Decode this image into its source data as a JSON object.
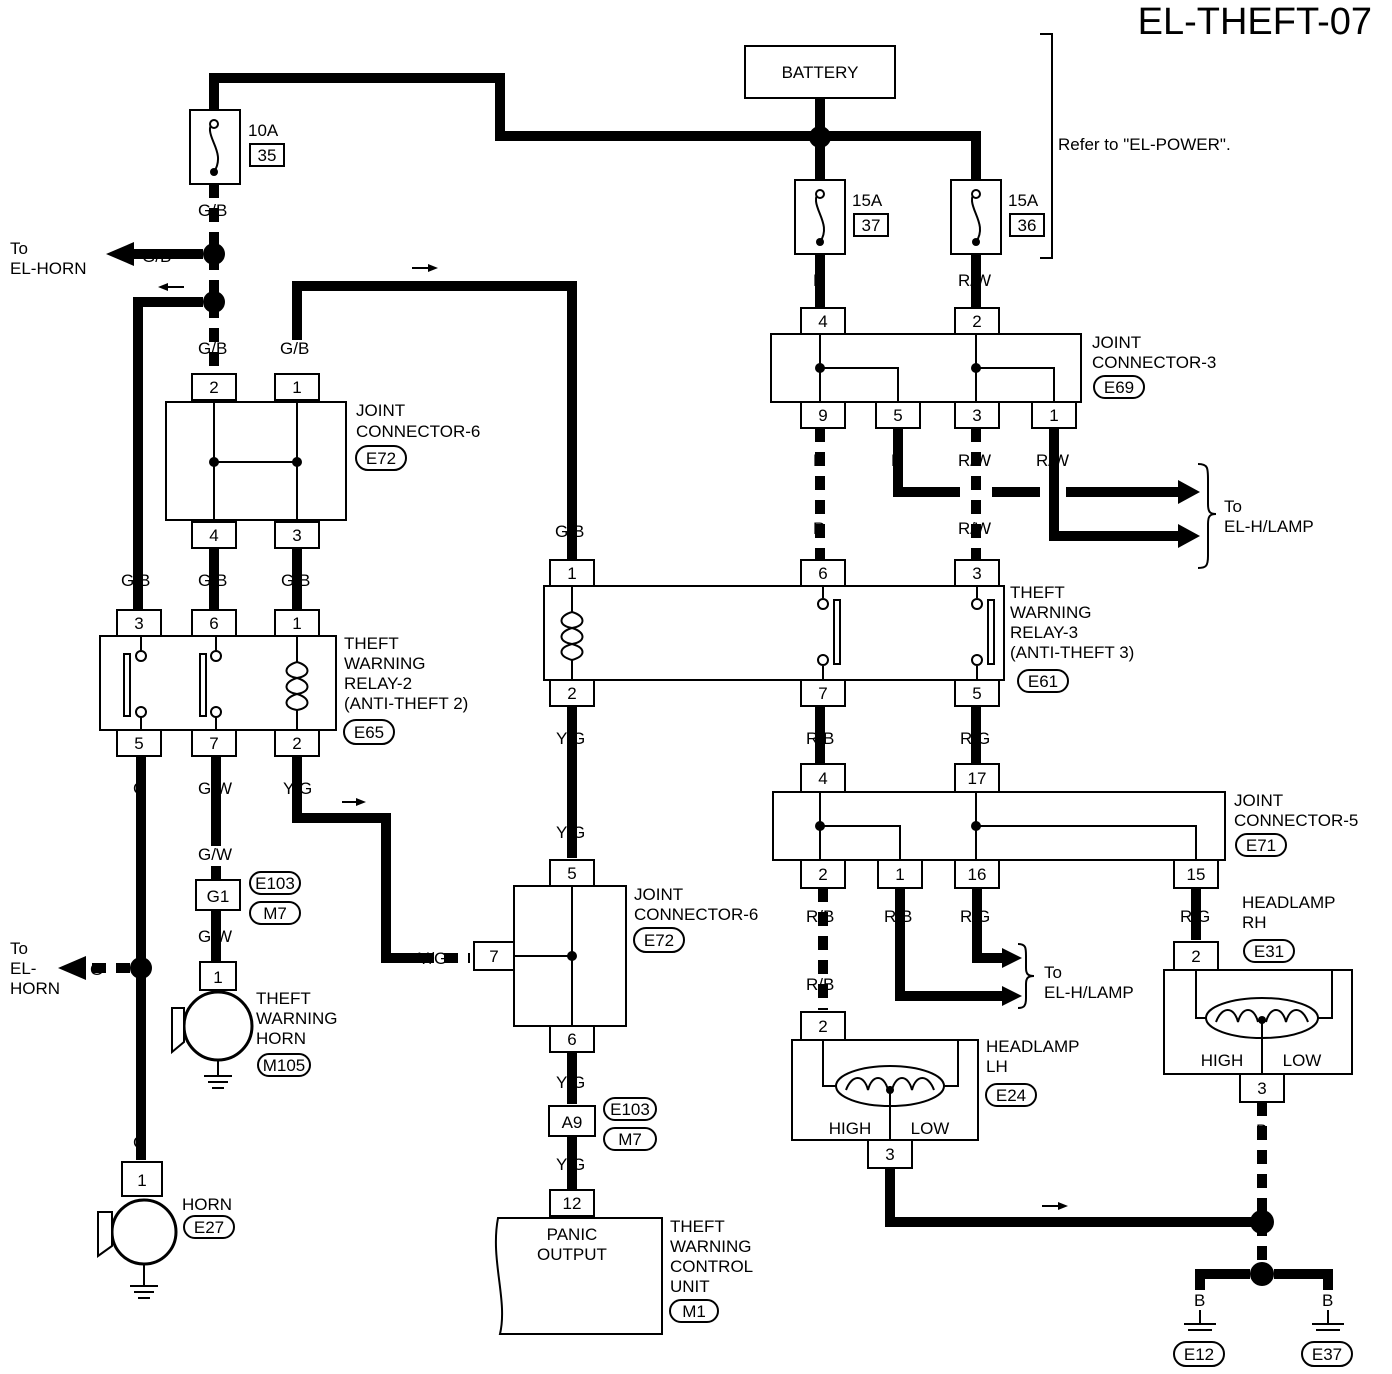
{
  "title": "EL-THEFT-07",
  "battery": "BATTERY",
  "refer_note": "Refer to \"EL-POWER\".",
  "fuses": [
    {
      "id": "fuse-35",
      "rating": "10A",
      "number": "35"
    },
    {
      "id": "fuse-37",
      "rating": "15A",
      "number": "37"
    },
    {
      "id": "fuse-36",
      "rating": "15A",
      "number": "36"
    }
  ],
  "wire_colors": {
    "gb": "G/B",
    "r": "R",
    "rw": "R/W",
    "g": "G",
    "gw": "G/W",
    "yg": "Y/G",
    "rb": "R/B",
    "rg": "R/G",
    "b": "B"
  },
  "destinations": {
    "to": "To",
    "el_horn_1": "EL-HORN",
    "el_horn_2a": "EL-",
    "el_horn_2b": "HORN",
    "el_hlamp": "EL-H/LAMP"
  },
  "joint_connector_6": {
    "line1": "JOINT",
    "line2": "CONNECTOR-6",
    "code": "E72"
  },
  "joint_connector_3": {
    "line1": "JOINT",
    "line2": "CONNECTOR-3",
    "code": "E69"
  },
  "joint_connector_5": {
    "line1": "JOINT",
    "line2": "CONNECTOR-5",
    "code": "E71"
  },
  "relay_2": {
    "line1": "THEFT",
    "line2": "WARNING",
    "line3": "RELAY-2",
    "line4": "(ANTI-THEFT 2)",
    "code": "E65"
  },
  "relay_3": {
    "line1": "THEFT",
    "line2": "WARNING",
    "line3": "RELAY-3",
    "line4": "(ANTI-THEFT 3)",
    "code": "E61"
  },
  "theft_horn": {
    "line1": "THEFT",
    "line2": "WARNING",
    "line3": "HORN",
    "code": "M105"
  },
  "horn": {
    "line1": "HORN",
    "code": "E27"
  },
  "control_unit": {
    "line1": "THEFT",
    "line2": "WARNING",
    "line3": "CONTROL",
    "line4": "UNIT",
    "code": "M1",
    "inner1": "PANIC",
    "inner2": "OUTPUT"
  },
  "headlamp_lh": {
    "line1": "HEADLAMP",
    "line2": "LH",
    "code": "E24",
    "high": "HIGH",
    "low": "LOW"
  },
  "headlamp_rh": {
    "line1": "HEADLAMP",
    "line2": "RH",
    "code": "E31",
    "high": "HIGH",
    "low": "LOW"
  },
  "inline_connectors": {
    "g1": "G1",
    "a9": "A9",
    "e103": "E103",
    "m7": "M7"
  },
  "grounds": {
    "e12": "E12",
    "e37": "E37"
  },
  "pins": {
    "p1": "1",
    "p2": "2",
    "p3": "3",
    "p4": "4",
    "p5": "5",
    "p6": "6",
    "p7": "7",
    "p9": "9",
    "p12": "12",
    "p15": "15",
    "p16": "16",
    "p17": "17"
  }
}
